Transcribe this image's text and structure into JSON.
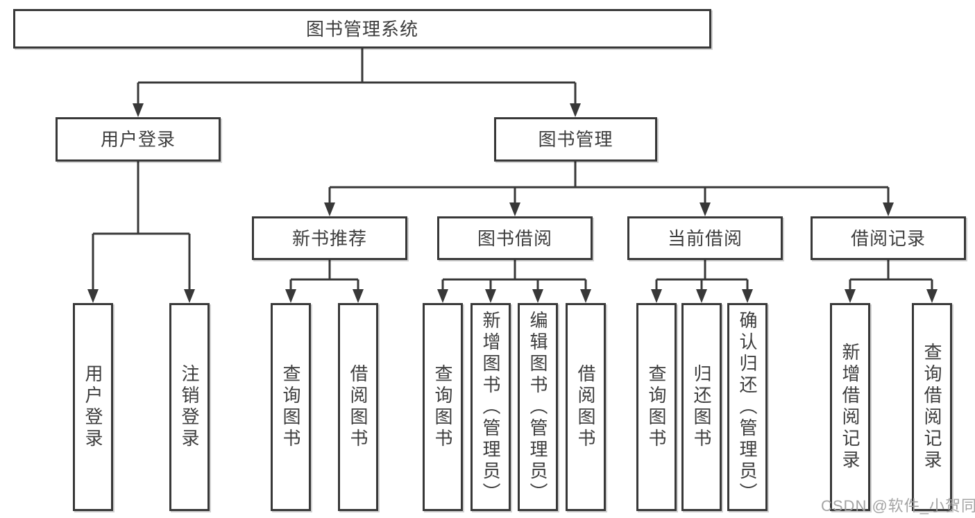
{
  "tree": {
    "label": "图书管理系统",
    "children": [
      {
        "label": "用户登录",
        "children": [
          {
            "label": "用户登录"
          },
          {
            "label": "注销登录"
          }
        ]
      },
      {
        "label": "图书管理",
        "children": [
          {
            "label": "新书推荐",
            "children": [
              {
                "label": "查询图书"
              },
              {
                "label": "借阅图书"
              }
            ]
          },
          {
            "label": "图书借阅",
            "children": [
              {
                "label": "查询图书"
              },
              {
                "label": "新增图书（管理员）"
              },
              {
                "label": "编辑图书（管理员）"
              },
              {
                "label": "借阅图书"
              }
            ]
          },
          {
            "label": "当前借阅",
            "children": [
              {
                "label": "查询图书"
              },
              {
                "label": "归还图书"
              },
              {
                "label": "确认归还（管理员）"
              }
            ]
          },
          {
            "label": "借阅记录",
            "children": [
              {
                "label": "新增借阅记录"
              },
              {
                "label": "查询借阅记录"
              }
            ]
          }
        ]
      }
    ]
  },
  "watermark": {
    "text": "CSDN @软件_小贺同学"
  },
  "colors": {
    "background": "#ffffff",
    "box_fill": "#ffffff",
    "box_border": "#383838",
    "line": "#383838",
    "text": "#3d3d3d",
    "watermark": "#9e9e9e"
  }
}
